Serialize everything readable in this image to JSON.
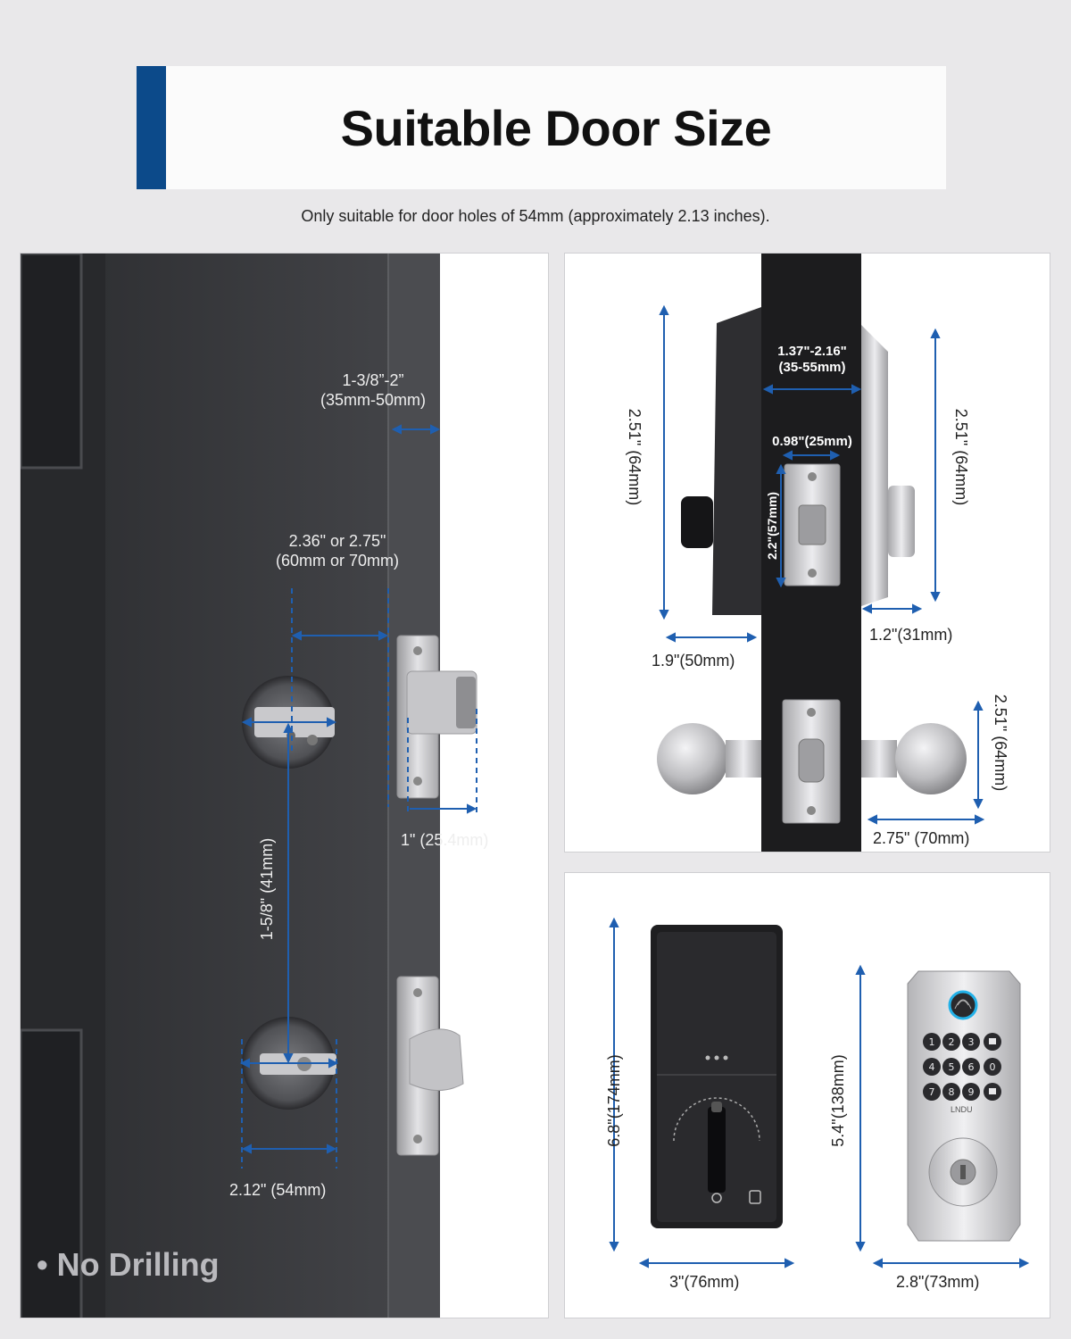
{
  "header": {
    "title": "Suitable Door Size",
    "subtitle": "Only suitable for door holes of 54mm (approximately 2.13 inches).",
    "accent_color": "#0c4a8a"
  },
  "left_panel": {
    "door_thickness": {
      "line1": "1-3/8”-2”",
      "line2": "(35mm-50mm)"
    },
    "backset": {
      "line1": "2.36\" or 2.75\"",
      "line2": "(60mm or 70mm)"
    },
    "edge_bore": "1\" (25.4mm)",
    "hole_spacing": "1-5/8\" (41mm)",
    "hole_diameter": "2.12\" (54mm)",
    "badge": "• No Drilling",
    "door_color": "#3d3e41"
  },
  "top_right_panel": {
    "door_thickness": {
      "line1": "1.37\"-2.16\"",
      "line2": "(35-55mm)"
    },
    "faceplate_width": "0.98\"(25mm)",
    "faceplate_height": "2.2\"(57mm)",
    "inside_height": "2.51\" (64mm)",
    "outside_height": "2.51\" (64mm)",
    "inside_depth": "1.9\"(50mm)",
    "outside_depth": "1.2\"(31mm)",
    "knob_height": "2.51\" (64mm)",
    "knob_width": "2.75\" (70mm)"
  },
  "bottom_right_panel": {
    "interior_height": "6.8\"(174mm)",
    "interior_width": "3\"(76mm)",
    "keypad_height": "5.4\"(138mm)",
    "keypad_width": "2.8\"(73mm)",
    "brand": "LNDU",
    "keypad_keys": [
      "1",
      "2",
      "3",
      "lock",
      "4",
      "5",
      "6",
      "0",
      "7",
      "8",
      "9",
      "unlock"
    ]
  }
}
